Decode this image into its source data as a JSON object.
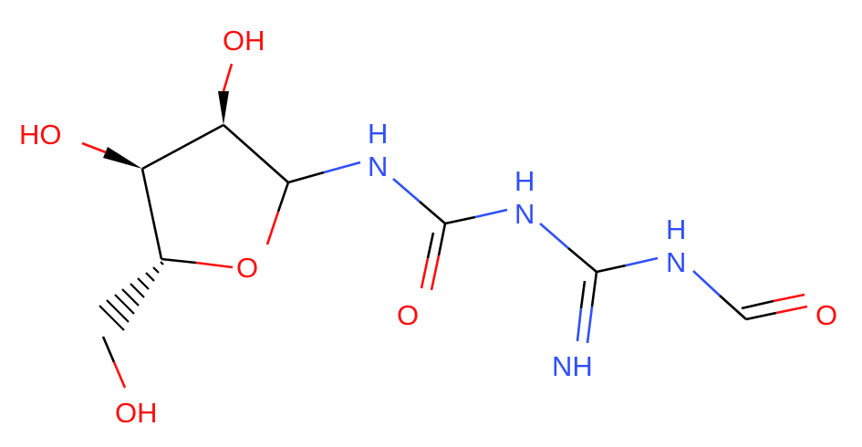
{
  "colors": {
    "carbon_bond": "#000000",
    "oxygen": "#ff0d0d",
    "nitrogen": "#3050f8",
    "background": "#ffffff"
  },
  "atoms": {
    "oh_top": "OH",
    "oh_left": "HO",
    "ring_o": "O",
    "oh_bottom": "OH",
    "nh_1": "N",
    "nh_1_h": "H",
    "nh_2": "N",
    "nh_2_h": "H",
    "carbonyl_o": "O",
    "imine_nh": "NH",
    "nh_3": "N",
    "nh_3_h": "H",
    "formyl_o": "O"
  }
}
